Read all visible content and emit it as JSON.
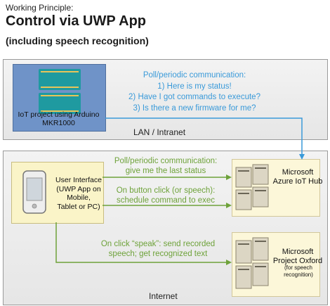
{
  "header": {
    "subtitle": "Working Principle:",
    "title": "Control via UWP App",
    "subtitle2": "(including speech recognition)"
  },
  "zones": {
    "lan": "LAN / Intranet",
    "internet": "Internet"
  },
  "nodes": {
    "arduino": "IoT project using Arduino MKR1000",
    "ui": [
      "User Interface",
      "(UWP App on",
      "Mobile,",
      "Tablet or PC)"
    ],
    "azure": [
      "Microsoft",
      "Azure IoT Hub"
    ],
    "oxford": [
      "Microsoft",
      "Project Oxford"
    ],
    "oxford_note": "(for speech recognition)"
  },
  "notes": {
    "lan": [
      "Poll/periodic communication:",
      "1) Here is my status!",
      "2) Have I got commands to execute?",
      "3) Is there a new firmware for me?"
    ],
    "n1": [
      "Poll/periodic communication:",
      "give me the last status"
    ],
    "n2": [
      "On button click (or speech):",
      "schedule command to exec"
    ],
    "n3": [
      "On click “speak”: send recorded",
      "speech; get recognized text"
    ]
  },
  "colors": {
    "lan_arrow": "#3a9ad9",
    "green_arrow": "#6ea23a",
    "arduino_box": "#6f93c8",
    "ui_box": "#faf4c8"
  }
}
